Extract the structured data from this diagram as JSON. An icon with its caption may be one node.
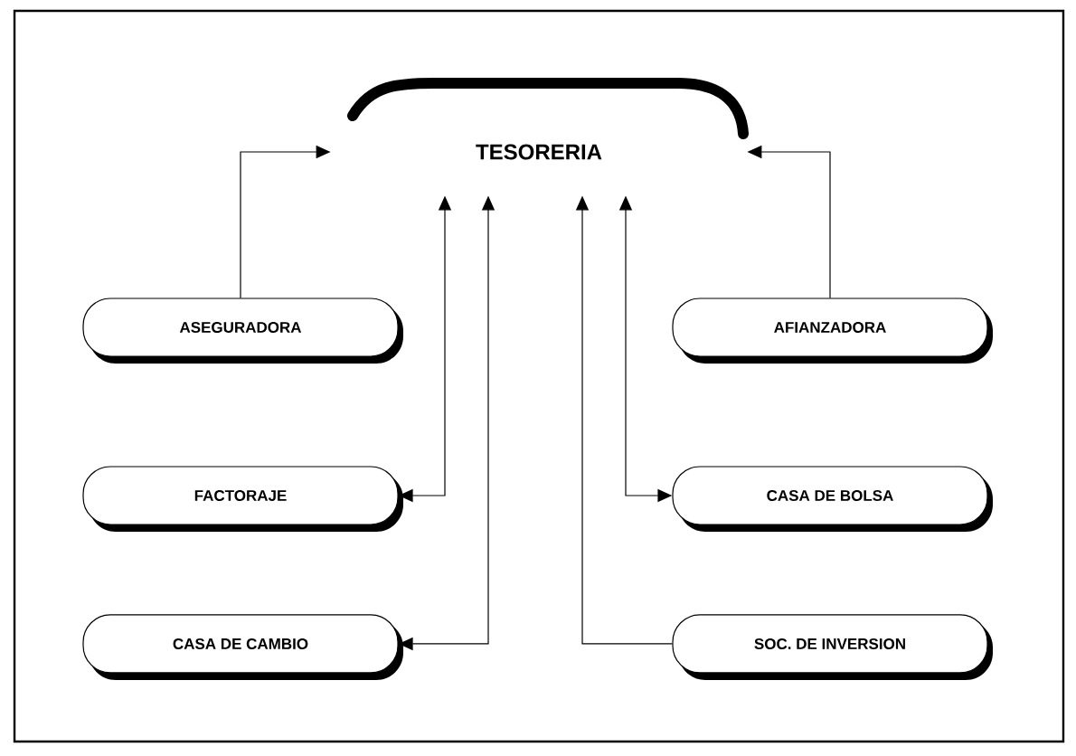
{
  "diagram": {
    "nodes": [
      {
        "text": [
          "TESORERIA"
        ]
      },
      {
        "text": [
          "ASEGURADORA"
        ]
      },
      {
        "text": [
          "AFIANZADORA"
        ]
      },
      {
        "text": [
          "FACTORAJE"
        ]
      },
      {
        "text": [
          "CASA DE BOLSA"
        ]
      },
      {
        "text": [
          "CASA DE CAMBIO"
        ]
      },
      {
        "text": [
          "SOC. DE INVERSION"
        ]
      }
    ],
    "edges": [
      {
        "from": 1,
        "to": 0,
        "arrow": "to"
      },
      {
        "from": 2,
        "to": 0,
        "arrow": "to"
      },
      {
        "from": 0,
        "to": 3,
        "arrow": "both"
      },
      {
        "from": 0,
        "to": 5,
        "arrow": "both"
      },
      {
        "from": 0,
        "to": 4,
        "arrow": "both"
      },
      {
        "from": 6,
        "to": 0,
        "arrow": "to"
      }
    ]
  }
}
